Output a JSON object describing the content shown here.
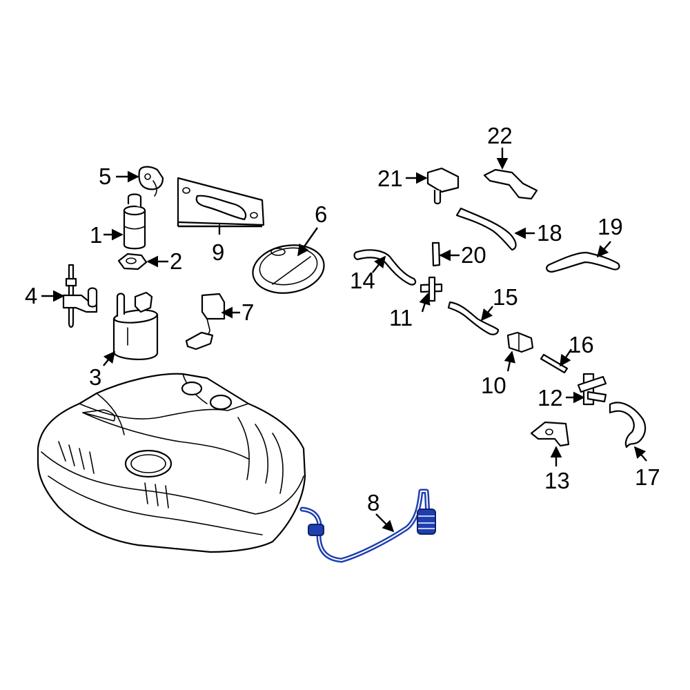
{
  "colors": {
    "line": "#000000",
    "background": "#ffffff",
    "highlight": "#1f3fb0"
  },
  "highlighted_part": "8",
  "callouts": [
    "1",
    "2",
    "3",
    "4",
    "5",
    "6",
    "7",
    "8",
    "9",
    "10",
    "11",
    "12",
    "13",
    "14",
    "15",
    "16",
    "17",
    "18",
    "19",
    "20",
    "21",
    "22"
  ]
}
